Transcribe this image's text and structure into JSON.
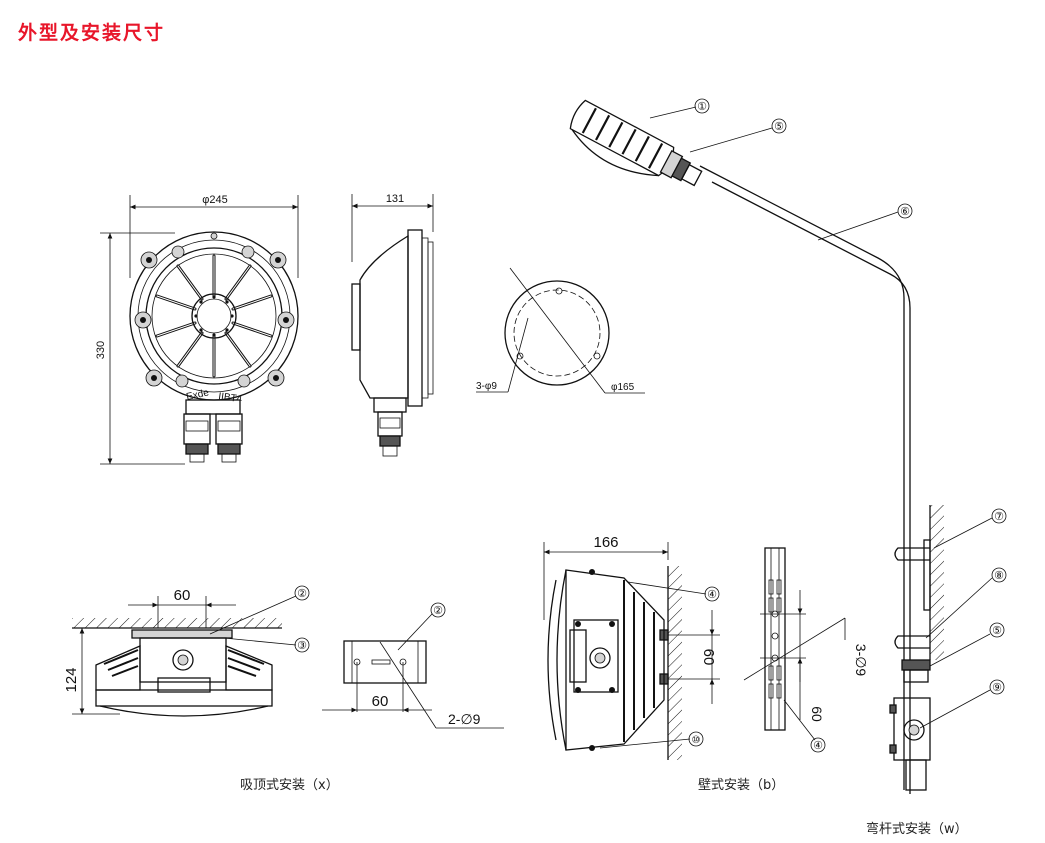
{
  "page_title": "外型及安装尺寸",
  "colors": {
    "title": "#e8162a",
    "line": "#111111"
  },
  "front_view": {
    "width_dim": "φ245",
    "height_dim": "330",
    "marking_1": "Exde",
    "marking_2": "IIBT4"
  },
  "side_view": {
    "depth_dim": "131"
  },
  "flange": {
    "holes_label": "3-φ9",
    "pcd_label": "φ165"
  },
  "ceiling_mount": {
    "caption": "吸顶式安装（x）",
    "top_spacing": "60",
    "height": "124",
    "plate_spacing": "60",
    "plate_holes": "2-∅9",
    "callouts": [
      "②",
      "③",
      "②"
    ]
  },
  "wall_mount": {
    "caption": "壁式安装（b）",
    "depth": "166",
    "bolt_spacing": "60",
    "bracket_spacing": "60",
    "bracket_holes": "3-∅9",
    "callouts": [
      "④",
      "⑩",
      "④"
    ]
  },
  "pole_mount": {
    "caption": "弯杆式安装（w）",
    "callouts": [
      "①",
      "⑤",
      "⑥",
      "⑦",
      "⑧",
      "⑤",
      "⑨"
    ]
  }
}
